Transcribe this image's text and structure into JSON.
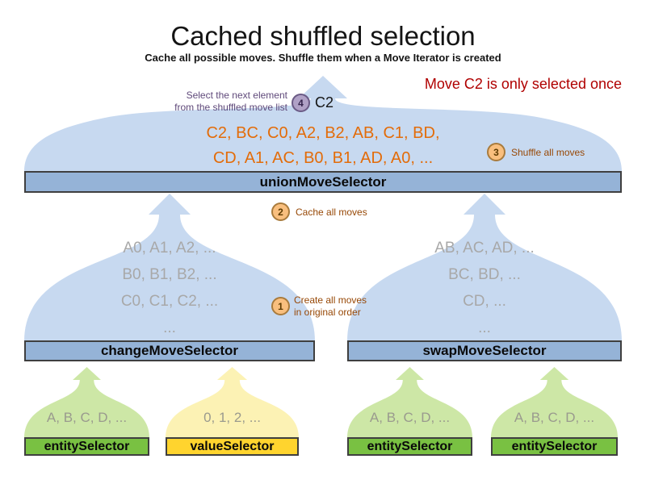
{
  "title": "Cached shuffled selection",
  "subtitle": "Cache all possible moves. Shuffle them when a Move Iterator is created",
  "highlight_note": "Move C2 is only selected once",
  "output_value": "C2",
  "steps": {
    "step1": {
      "number": "1",
      "line1": "Create all moves",
      "line2": "in original order"
    },
    "step2": {
      "number": "2",
      "label": "Cache all moves"
    },
    "step3": {
      "number": "3",
      "label": "Shuffle all moves"
    },
    "step4": {
      "number": "4",
      "line1": "Select the next element",
      "line2": "from the shuffled move list"
    }
  },
  "union": {
    "moves_line1": "C2, BC, C0, A2, B2, AB, C1, BD,",
    "moves_line2": "CD, A1, AC, B0, B1, AD, A0, ...",
    "label": "unionMoveSelector"
  },
  "change": {
    "lines": [
      "A0, A1, A2, ...",
      "B0, B1, B2, ...",
      "C0, C1, C2, ...",
      "..."
    ],
    "label": "changeMoveSelector"
  },
  "swap": {
    "lines": [
      "AB, AC, AD, ...",
      "BC, BD, ...",
      "CD, ...",
      "..."
    ],
    "label": "swapMoveSelector"
  },
  "selectors": [
    {
      "type": "entity",
      "items": "A, B, C, D, ...",
      "label": "entitySelector"
    },
    {
      "type": "value",
      "items": "0, 1, 2, ...",
      "label": "valueSelector"
    },
    {
      "type": "entity",
      "items": "A, B, C, D, ...",
      "label": "entitySelector"
    },
    {
      "type": "entity",
      "items": "A, B, C, D, ...",
      "label": "entitySelector"
    }
  ],
  "colors": {
    "funnel_blue": "#c7d9f0",
    "bar_blue": "#95b3d7",
    "funnel_green": "#cde7a6",
    "bar_green": "#79c142",
    "funnel_yellow": "#fcf2b4",
    "bar_yellow": "#ffd42e",
    "moves_orange": "#e36c09",
    "step_label_brown": "#974806",
    "note_red": "#b00000",
    "annotation_purple": "#5f497a",
    "list_gray": "#a8a8a8"
  }
}
